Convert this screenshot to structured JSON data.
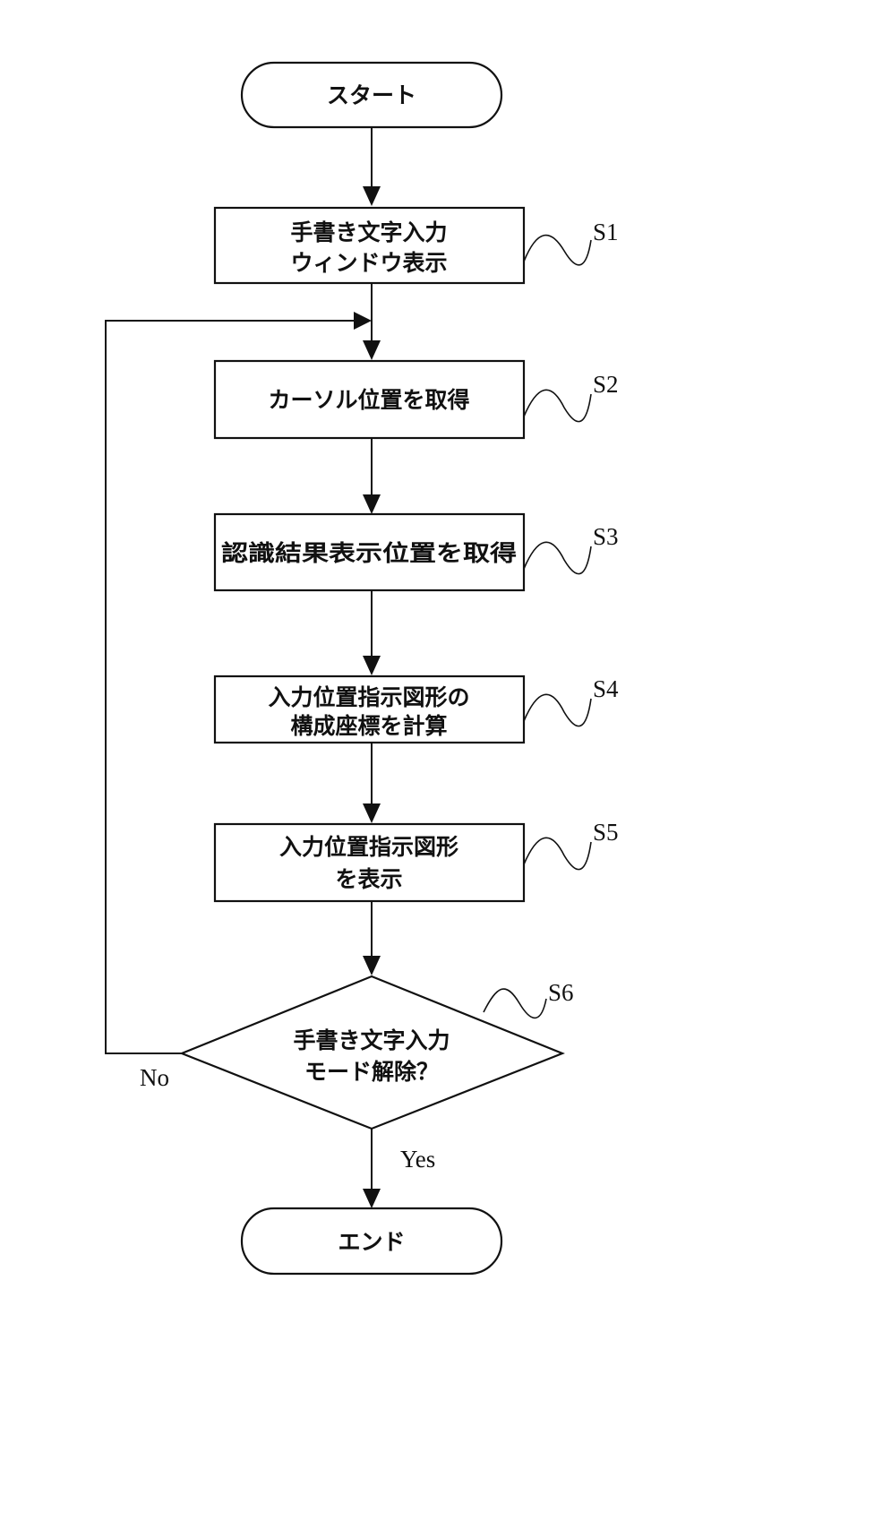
{
  "flowchart": {
    "start": {
      "label": "スタート"
    },
    "steps": [
      {
        "id": "S1",
        "lines": [
          "手書き文字入力",
          "ウィンドウ表示"
        ]
      },
      {
        "id": "S2",
        "lines": [
          "カーソル位置を取得"
        ]
      },
      {
        "id": "S3",
        "lines": [
          "認識結果表示位置を取得"
        ]
      },
      {
        "id": "S4",
        "lines": [
          "入力位置指示図形の",
          "構成座標を計算"
        ]
      },
      {
        "id": "S5",
        "lines": [
          "入力位置指示図形",
          "を表示"
        ]
      }
    ],
    "decision": {
      "id": "S6",
      "lines": [
        "手書き文字入力",
        "モード解除？"
      ],
      "no_label": "No",
      "yes_label": "Yes"
    },
    "end": {
      "label": "エンド"
    }
  }
}
